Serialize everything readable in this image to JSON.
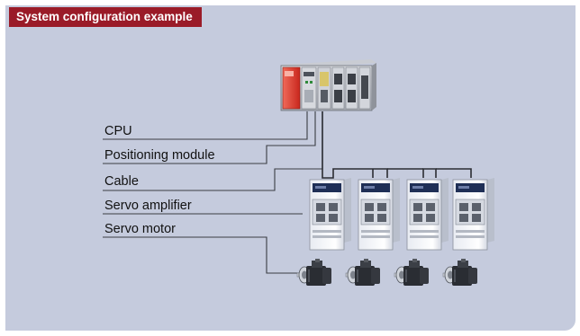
{
  "title": "System configuration example",
  "labels": {
    "cpu": "CPU",
    "positioning_module": "Positioning module",
    "cable": "Cable",
    "servo_amplifier": "Servo amplifier",
    "servo_motor": "Servo motor"
  },
  "colors": {
    "panel": "#c5cbdd",
    "title_tab": "#9a1b28",
    "plc_cpu_red": "#e03e32"
  },
  "counts": {
    "servo_units": 4
  }
}
